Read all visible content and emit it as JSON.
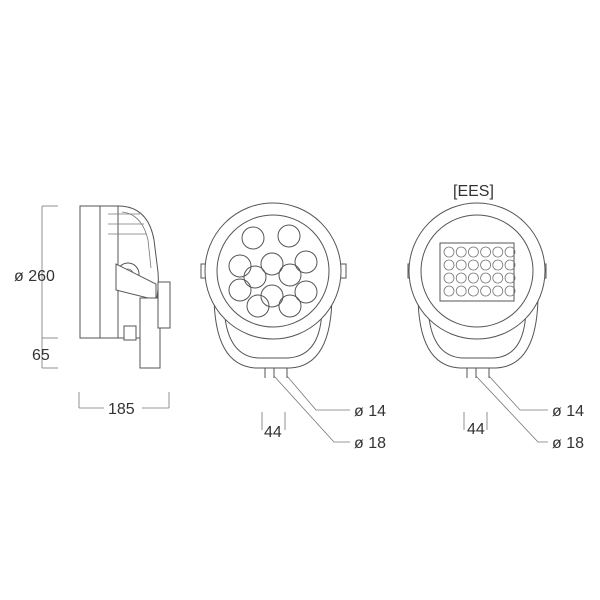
{
  "labels": {
    "dim_260": "ø 260",
    "dim_65": "65",
    "dim_185": "185",
    "front_dim_44": "44",
    "front_dim_14": "ø 14",
    "front_dim_18": "ø 18",
    "ees_label": "[EES]",
    "ees_dim_44": "44",
    "ees_dim_14": "ø 14",
    "ees_dim_18": "ø 18"
  },
  "colors": {
    "line": "#555555",
    "text": "#333333",
    "background": "#ffffff"
  }
}
